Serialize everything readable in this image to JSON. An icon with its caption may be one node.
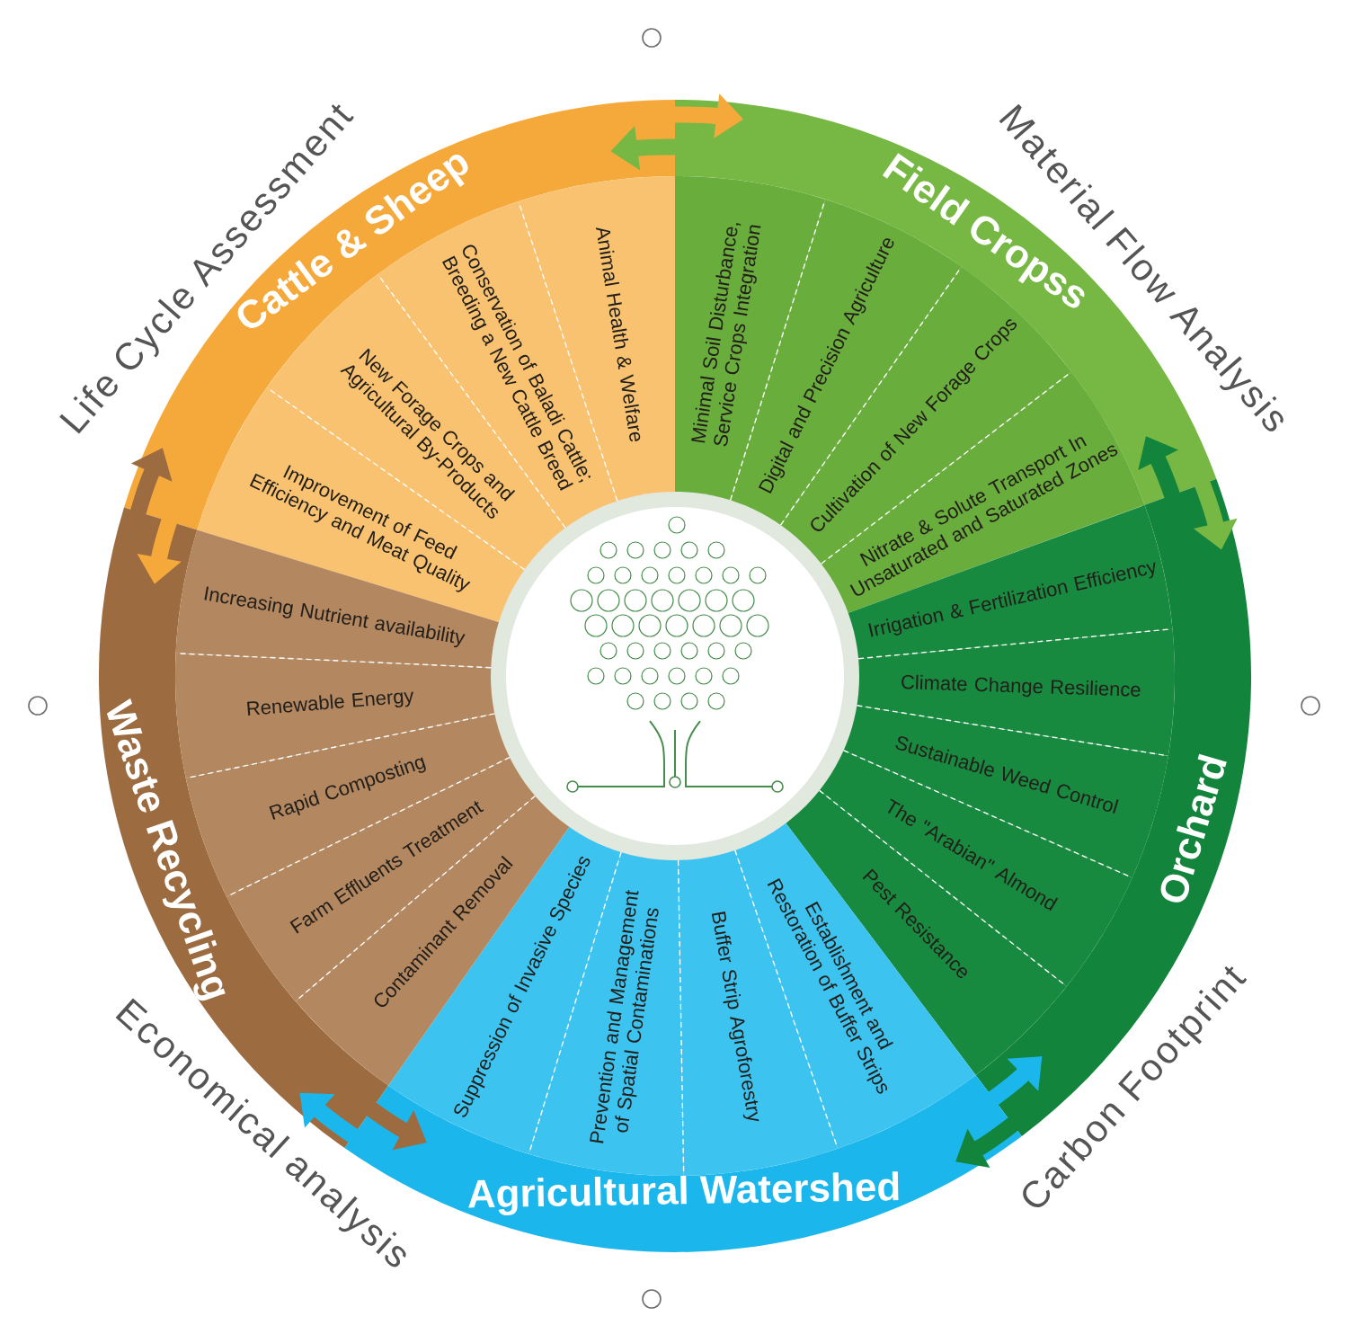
{
  "diagram": {
    "nodes": [
      {
        "text": [
          "Cattle & Sheep"
        ]
      },
      {
        "text": [
          "Animal Health & Welfare"
        ]
      },
      {
        "text": [
          "Conservation of Baladi Cattle; Breeding a New Cattle Breed"
        ]
      },
      {
        "text": [
          "New Forage Crops and Agricultural By-Products"
        ]
      },
      {
        "text": [
          "Improvement of Feed Efficiency and Meat Quality"
        ]
      },
      {
        "text": [
          "Field Cropss"
        ]
      },
      {
        "text": [
          "Minimal Soil Disturbance, Service Crops Integration"
        ]
      },
      {
        "text": [
          "Digital and Precision Agriculture"
        ]
      },
      {
        "text": [
          "Cultivation of New Forage Crops"
        ]
      },
      {
        "text": [
          "Nitrate & Solute Transport In Unsaturated and Saturated Zones"
        ]
      },
      {
        "text": [
          "Orchard"
        ]
      },
      {
        "text": [
          "Irrigation & Fertilization Efficiency"
        ]
      },
      {
        "text": [
          "Climate Change Resilience"
        ]
      },
      {
        "text": [
          "Sustainable Weed Control"
        ]
      },
      {
        "text": [
          "The \"Arabian\" Almond"
        ]
      },
      {
        "text": [
          "Pest Resistance"
        ]
      },
      {
        "text": [
          "Agricultural Watershed"
        ]
      },
      {
        "text": [
          "Suppression of Invasive Species"
        ]
      },
      {
        "text": [
          "Prevention and Management of Spatial Contaminations"
        ]
      },
      {
        "text": [
          "Buffer Strip Agroforestry"
        ]
      },
      {
        "text": [
          "Establishment and Restoration of Buffer Strips"
        ]
      },
      {
        "text": [
          "Waste Recycling"
        ]
      },
      {
        "text": [
          "Increasing Nutrient availability"
        ]
      },
      {
        "text": [
          "Renewable Energy"
        ]
      },
      {
        "text": [
          "Rapid Composting"
        ]
      },
      {
        "text": [
          "Farm Effluents Treatment"
        ]
      },
      {
        "text": [
          "Contaminant Removal"
        ]
      }
    ],
    "edges": [
      {
        "from": 0,
        "to": 5,
        "arrow": "to",
        "color": "#f6a93b"
      },
      {
        "from": 5,
        "to": 0,
        "arrow": "to",
        "color": "#76b843"
      },
      {
        "from": 5,
        "to": 10,
        "arrow": "to",
        "color": "#76b843"
      },
      {
        "from": 10,
        "to": 5,
        "arrow": "to",
        "color": "#13843c"
      },
      {
        "from": 10,
        "to": 16,
        "arrow": "to",
        "color": "#13843c"
      },
      {
        "from": 16,
        "to": 10,
        "arrow": "to",
        "color": "#1bb7ec"
      },
      {
        "from": 16,
        "to": 21,
        "arrow": "to",
        "color": "#1bb7ec"
      },
      {
        "from": 21,
        "to": 16,
        "arrow": "to",
        "color": "#9c6c40"
      },
      {
        "from": 21,
        "to": 0,
        "arrow": "to",
        "color": "#9c6c40"
      },
      {
        "from": 0,
        "to": 21,
        "arrow": "to",
        "color": "#f6a93b"
      }
    ],
    "labels": [
      "Life Cycle Assessment",
      "Material Flow Analysis",
      "Economical analysis",
      "Carbon Footprint"
    ]
  }
}
